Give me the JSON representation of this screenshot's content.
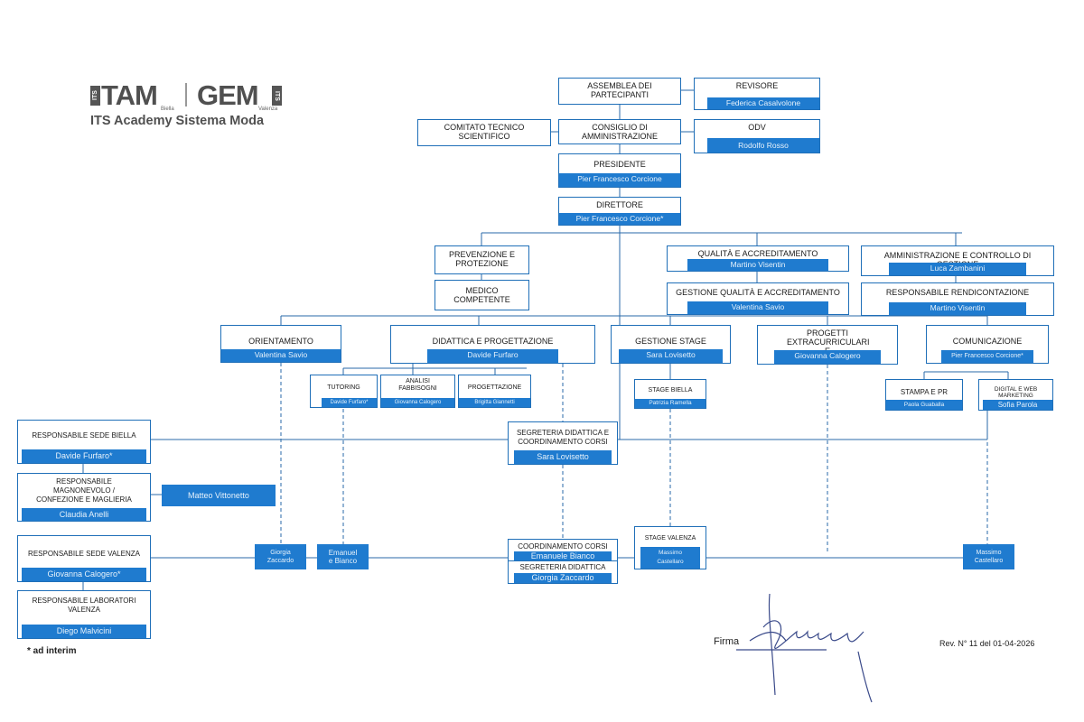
{
  "logo": {
    "tam": "TAM",
    "its1": "ITS",
    "city1": "Biella",
    "gem": "GEM",
    "its2": "ITS",
    "city2": "Valenza",
    "subtitle": "ITS Academy Sistema Moda"
  },
  "colors": {
    "accent": "#1f7bcf",
    "line": "#1f6fb8"
  },
  "nodes": {
    "assemblea": {
      "title": "ASSEMBLEA DEI PARTECIPANTI"
    },
    "revisore": {
      "title": "REVISORE",
      "name": "Federica Casalvolone"
    },
    "cts": {
      "title": "COMITATO TECNICO SCIENTIFICO"
    },
    "cda": {
      "title": "CONSIGLIO DI AMMINISTRAZIONE"
    },
    "odv": {
      "title": "ODV",
      "name": "Rodolfo Rosso"
    },
    "presidente": {
      "title": "PRESIDENTE",
      "name": "Pier Francesco Corcione"
    },
    "direttore": {
      "title": "DIRETTORE",
      "name": "Pier Francesco Corcione*"
    },
    "prevenzione": {
      "title": "PREVENZIONE E PROTEZIONE"
    },
    "medico": {
      "title": "MEDICO COMPETENTE"
    },
    "qualita": {
      "title": "QUALITÀ E ACCREDITAMENTO",
      "name": "Martino Visentin"
    },
    "gest_qualita": {
      "title": "GESTIONE QUALITÀ E ACCREDITAMENTO",
      "name": "Valentina Savio"
    },
    "amministrazione": {
      "title": "AMMINISTRAZIONE E CONTROLLO DI GESTIONE",
      "name": "Luca Zambanini"
    },
    "rendicontazione": {
      "title": "RESPONSABILE RENDICONTAZIONE",
      "name": "Martino Visentin"
    },
    "orientamento": {
      "title": "ORIENTAMENTO",
      "name": "Valentina Savio"
    },
    "didattica": {
      "title": "DIDATTICA E PROGETTAZIONE",
      "name": "Davide Furfaro"
    },
    "stage": {
      "title": "GESTIONE STAGE",
      "name": "Sara Lovisetto"
    },
    "progetti": {
      "title": "PROGETTI EXTRACURRICULARI E",
      "name": "Giovanna Calogero"
    },
    "comunicazione": {
      "title": "COMUNICAZIONE",
      "name": "Pier Francesco Corcione*"
    },
    "tutoring": {
      "title": "TUTORING",
      "name": "Davide Furfaro*"
    },
    "analisi": {
      "title": "ANALISI FABBISOGNI",
      "name": "Giovanna Calogero"
    },
    "progettazione": {
      "title": "PROGETTAZIONE",
      "name": "Brigitta Giannetti"
    },
    "stage_biella": {
      "title": "STAGE BIELLA",
      "name": "Patrizia Ramella"
    },
    "stampa": {
      "title": "STAMPA E PR",
      "name": "Paola Guaballa"
    },
    "digital": {
      "title": "DIGITAL E WEB MARKETING",
      "name": "Sofia Parola"
    },
    "sede_biella": {
      "title": "RESPONSABILE SEDE BIELLA",
      "name": "Davide Furfaro*"
    },
    "segreteria": {
      "title": "SEGRETERIA DIDATTICA E COORDINAMENTO CORSI",
      "name": "Sara Lovisetto"
    },
    "magnonevolo": {
      "title": "RESPONSABILE MAGNONEVOLO / CONFEZIONE E MAGLIERIA",
      "name": "Claudia Anelli"
    },
    "vittonetto": {
      "name": "Matteo Vittonetto"
    },
    "sede_valenza": {
      "title": "RESPONSABILE SEDE VALENZA",
      "name": "Giovanna Calogero*"
    },
    "laboratori": {
      "title": "RESPONSABILE LABORATORI VALENZA",
      "name": "Diego Malvicini"
    },
    "zaccardo1": {
      "name": "Giorgia Zaccardo"
    },
    "bianco1": {
      "name": "Emanuel e Bianco"
    },
    "coordinamento": {
      "title": "COORDINAMENTO CORSI",
      "name": "Emanuele Bianco"
    },
    "segr_didattica": {
      "title": "SEGRETERIA DIDATTICA",
      "name": "Giorgia Zaccardo"
    },
    "stage_valenza": {
      "title": "STAGE VALENZA",
      "name": "Massimo Castellaro"
    },
    "castellaro2": {
      "name": "Massimo Castellaro"
    }
  },
  "footer": {
    "note": "* ad interim",
    "firma": "Firma",
    "rev": "Rev. N° 11 del 01-04-2026"
  }
}
